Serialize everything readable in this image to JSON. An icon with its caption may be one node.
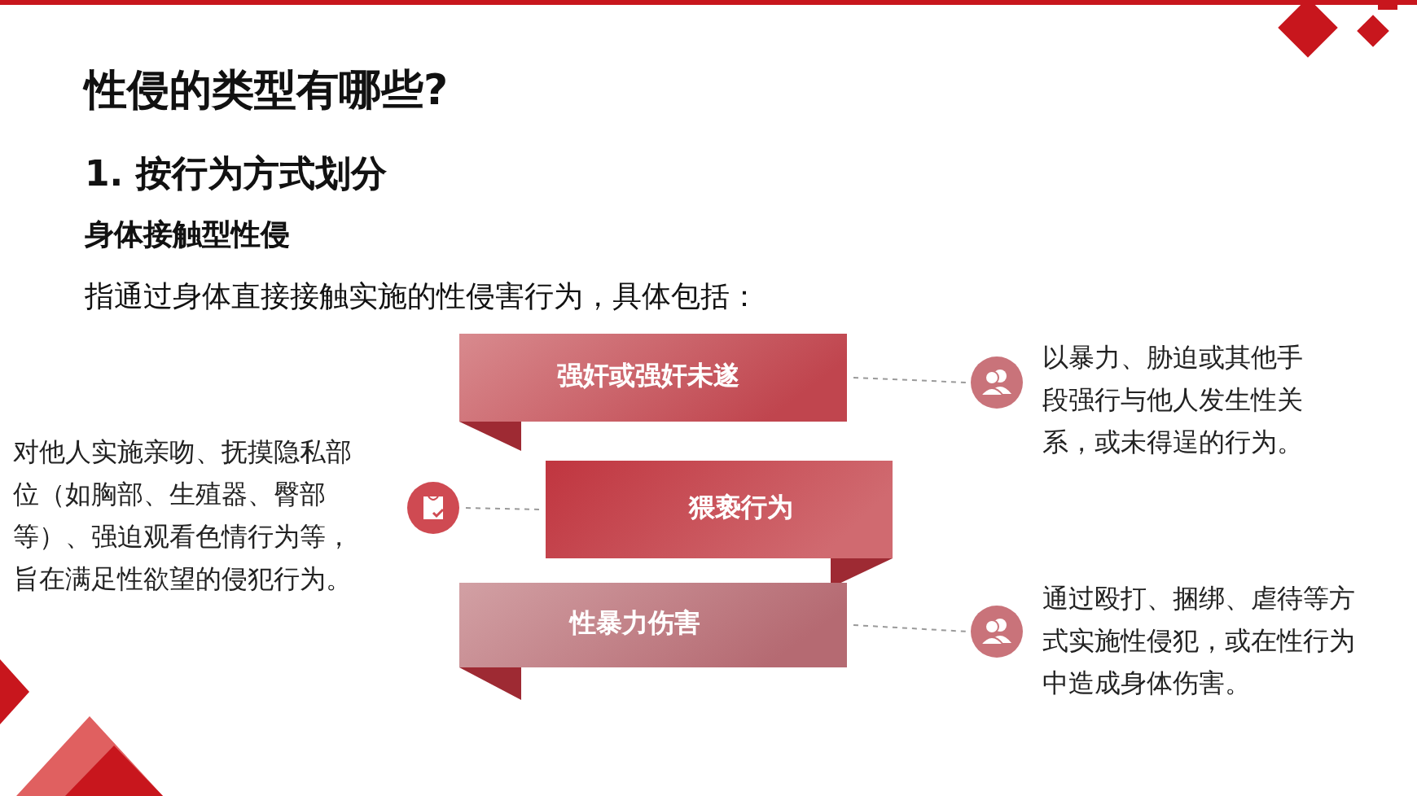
{
  "diagram": {
    "title": "性侵的类型有哪些?",
    "nodes": [
      {
        "text": [
          "强奸或强奸未遂"
        ]
      },
      {
        "text": [
          "猥亵行为"
        ]
      },
      {
        "text": [
          "性暴力伤害"
        ]
      },
      {
        "text": [],
        "shape": "circle",
        "beside": [
          "以暴力、胁迫或其他手段强行与他人发生性关系，或未得逞的行为。"
        ]
      },
      {
        "text": [],
        "shape": "circle",
        "beside": [
          "对他人实施亲吻、抚摸隐私部位（如胸部、生殖器、臀部等）、强迫观看色情行为等，旨在满足性欲望的侵犯行为。"
        ]
      },
      {
        "text": [],
        "shape": "circle",
        "beside": [
          "通过殴打、捆绑、虐待等方式实施性侵犯，或在性行为中造成身体伤害。"
        ]
      }
    ],
    "edges": [
      {
        "from": 0,
        "to": 3,
        "arrow": "none",
        "style": "dashed"
      },
      {
        "from": 4,
        "to": 1,
        "arrow": "none",
        "style": "dashed"
      },
      {
        "from": 2,
        "to": 5,
        "arrow": "none",
        "style": "dashed"
      }
    ],
    "labels": [
      "1. 按行为方式划分",
      "身体接触型性侵",
      "指通过身体直接接触实施的性侵害行为，具体包括："
    ]
  }
}
